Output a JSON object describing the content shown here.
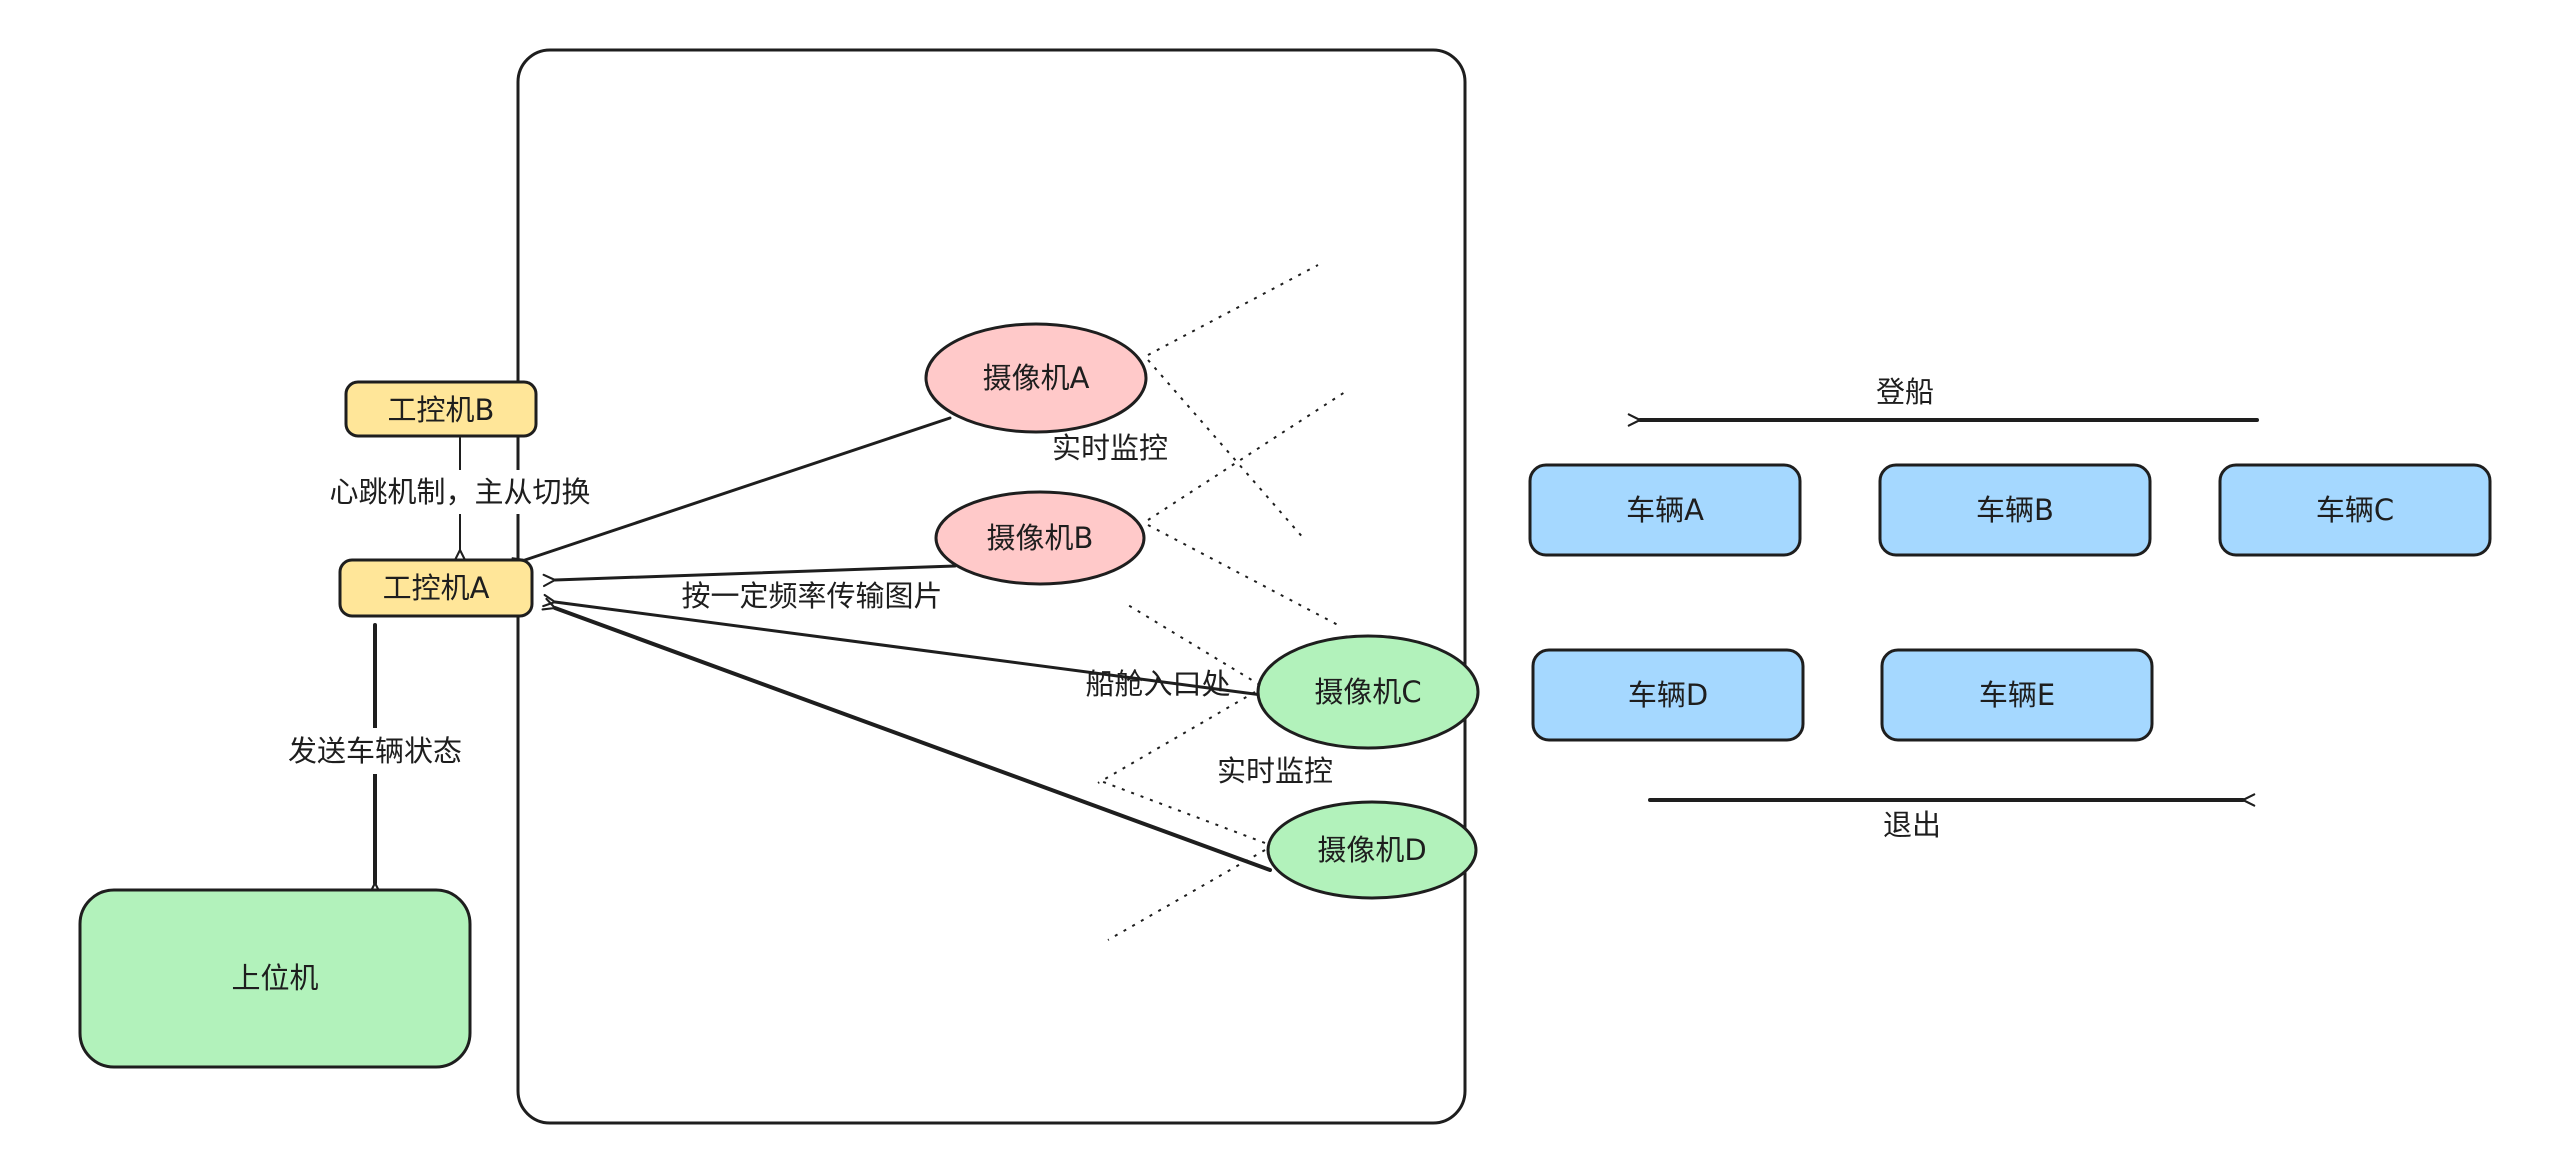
{
  "colors": {
    "stroke": "#1e1e1e",
    "ipc": "#ffe699",
    "camera_red": "#ffc9c9",
    "camera_green": "#b2f2bb",
    "vehicle": "#a5d8ff",
    "host": "#b2f2bb"
  },
  "nodes": {
    "ipc_b": "工控机B",
    "ipc_a": "工控机A",
    "host": "上位机",
    "cam_a": "摄像机A",
    "cam_b": "摄像机B",
    "cam_c": "摄像机C",
    "cam_d": "摄像机D",
    "veh_a": "车辆A",
    "veh_b": "车辆B",
    "veh_c": "车辆C",
    "veh_d": "车辆D",
    "veh_e": "车辆E"
  },
  "labels": {
    "heartbeat": "心跳机制，主从切换",
    "send_status": "发送车辆状态",
    "transmit": "按一定频率传输图片",
    "monitor_top": "实时监控",
    "monitor_bottom": "实时监控",
    "entrance": "船舱入口处",
    "board": "登船",
    "exit": "退出"
  }
}
